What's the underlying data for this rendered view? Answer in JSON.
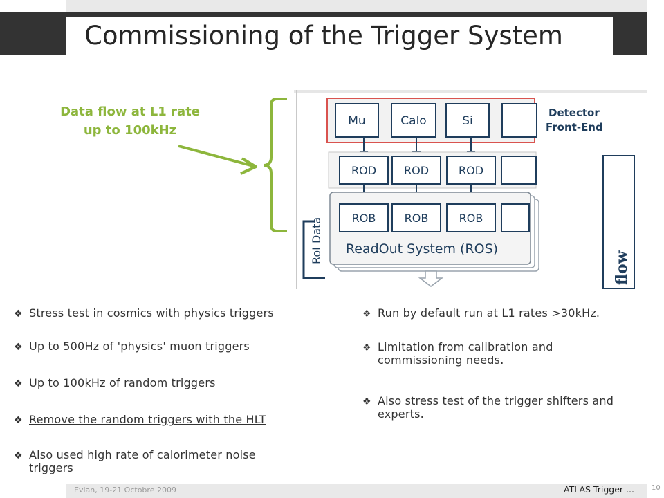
{
  "title": "Commissioning of the Trigger System",
  "callout": {
    "line1": "Data flow at L1 rate",
    "line2": "up to 100kHz"
  },
  "diagram": {
    "detector_boxes": [
      "Mu",
      "Calo",
      "Si"
    ],
    "detector_label_1": "Detector",
    "detector_label_2": "Front-End",
    "rod_boxes": [
      "ROD",
      "ROD",
      "ROD"
    ],
    "rob_boxes": [
      "ROB",
      "ROB",
      "ROB"
    ],
    "ros_label": "ReadOut System (ROS)",
    "roi_label": "RoI Data",
    "flow_label": "flow"
  },
  "left_bullets": [
    "Stress test in cosmics with physics triggers",
    "Up to 500Hz of 'physics' muon triggers",
    "Up to 100kHz of random triggers",
    "Remove the random triggers with the HLT",
    "Also used high rate of calorimeter noise",
    "triggers"
  ],
  "right_bullets": [
    "Run by default run at L1 rates >30kHz.",
    "Limitation from calibration and",
    "commissioning needs.",
    "Also stress test of the trigger shifters and",
    "experts."
  ],
  "footer": {
    "left": "Evian, 19-21 Octobre 2009",
    "right": "ATLAS Trigger ...",
    "page": "10"
  },
  "colors": {
    "accent_green": "#8db63c",
    "detector_red": "#d9534f",
    "box_navy": "#1f3d5c"
  }
}
